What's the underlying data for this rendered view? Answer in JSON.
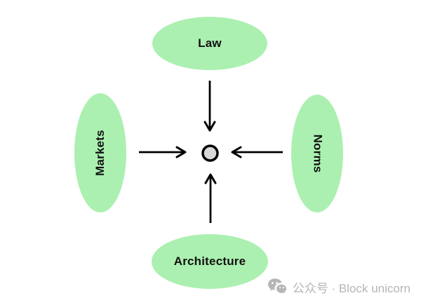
{
  "diagram": {
    "type": "force-diagram",
    "nodes": [
      {
        "id": "law",
        "label": "Law",
        "position": "top",
        "text_rotation": 0
      },
      {
        "id": "markets",
        "label": "Markets",
        "position": "left",
        "text_rotation": -90
      },
      {
        "id": "norms",
        "label": "Norms",
        "position": "right",
        "text_rotation": 90
      },
      {
        "id": "architecture",
        "label": "Architecture",
        "position": "bottom",
        "text_rotation": 0
      }
    ],
    "center": {
      "shape": "dot",
      "fill": "#d9d9d9",
      "stroke": "#000000"
    },
    "edges": [
      {
        "from": "law",
        "to": "center-dot",
        "direction": "down"
      },
      {
        "from": "markets",
        "to": "center-dot",
        "direction": "right"
      },
      {
        "from": "norms",
        "to": "center-dot",
        "direction": "left"
      },
      {
        "from": "architecture",
        "to": "center-dot",
        "direction": "up"
      }
    ],
    "colors": {
      "node_fill": "#abf0b0",
      "label_text": "#111111",
      "arrow": "#000000",
      "dot_fill": "#d9d9d9",
      "watermark_color": "#b5b5b5"
    }
  },
  "watermark": {
    "icon": "wechat-icon",
    "text": "公众号 · Block unicorn"
  }
}
